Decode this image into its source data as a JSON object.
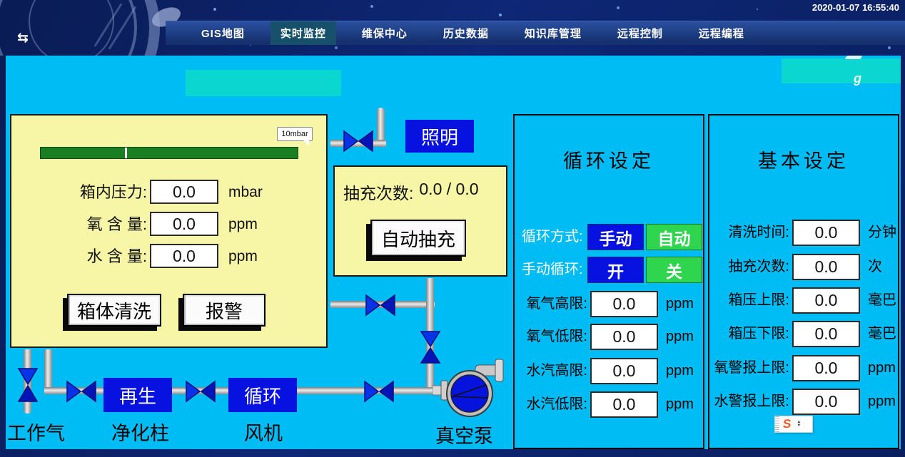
{
  "header": {
    "timestamp": "2020-01-07 16:55:40",
    "swap_icon": "⇆",
    "nav": [
      {
        "label": "GIS地图"
      },
      {
        "label": "实时监控"
      },
      {
        "label": "维保中心"
      },
      {
        "label": "历史数据"
      },
      {
        "label": "知识库管理"
      },
      {
        "label": "远程控制"
      },
      {
        "label": "远程编程"
      }
    ]
  },
  "glovebox_panel": {
    "gauge_callout": "10mbar",
    "rows": [
      {
        "label": "箱内压力:",
        "value": "0.0",
        "unit": "mbar"
      },
      {
        "label": "氧 含 量:",
        "value": "0.0",
        "unit": "ppm"
      },
      {
        "label": "水 含 量:",
        "value": "0.0",
        "unit": "ppm"
      }
    ],
    "clean_button": "箱体清洗",
    "alarm_button": "报警"
  },
  "middle": {
    "light_button": "照明",
    "purge_label": "抽充次数:",
    "purge_value": "0.0 / 0.0",
    "auto_purge_button": "自动抽充"
  },
  "cycle_panel": {
    "title": "循环设定",
    "toggles": [
      {
        "label": "循环方式:",
        "on_label": "手动",
        "off_label": "自动"
      },
      {
        "label": "手动循环:",
        "on_label": "开",
        "off_label": "关"
      }
    ],
    "fields": [
      {
        "label": "氧气高限:",
        "value": "0.0",
        "unit": "ppm"
      },
      {
        "label": "氧气低限:",
        "value": "0.0",
        "unit": "ppm"
      },
      {
        "label": "水汽高限:",
        "value": "0.0",
        "unit": "ppm"
      },
      {
        "label": "水汽低限:",
        "value": "0.0",
        "unit": "ppm"
      }
    ]
  },
  "basic_panel": {
    "title": "基本设定",
    "fields": [
      {
        "label": "清洗时间:",
        "value": "0.0",
        "unit": "分钟"
      },
      {
        "label": "抽充次数:",
        "value": "0.0",
        "unit": "次"
      },
      {
        "label": "箱压上限:",
        "value": "0.0",
        "unit": "毫巴"
      },
      {
        "label": "箱压下限:",
        "value": "0.0",
        "unit": "毫巴"
      },
      {
        "label": "氧警报上限:",
        "value": "0.0",
        "unit": "ppm"
      },
      {
        "label": "水警报上限:",
        "value": "0.0",
        "unit": "ppm"
      }
    ]
  },
  "diagram": {
    "regen_box": "再生",
    "cycle_box": "循环",
    "labels": {
      "work_gas": "工作气",
      "purify_column": "净化柱",
      "fan": "风机",
      "vacuum_pump": "真空泵"
    }
  },
  "ime_badge": {
    "letter": "S"
  },
  "artifacts": {
    "stray_glyph": "g"
  },
  "colors": {
    "background_cyan": "#00BCF5",
    "panel_yellow": "#F6F6A6",
    "button_blue": "#0712E0",
    "button_green": "#2FD44F",
    "teal_accent": "#0CD6D0",
    "gauge_green": "#1B7E23",
    "header_navy": "#0E2776"
  }
}
